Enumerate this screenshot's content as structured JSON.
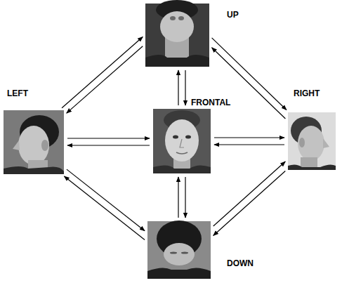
{
  "diagram": {
    "nodes": [
      {
        "text": [
          "UP"
        ]
      },
      {
        "text": [
          "LEFT"
        ]
      },
      {
        "text": [
          "FRONTAL"
        ]
      },
      {
        "text": [
          "RIGHT"
        ]
      },
      {
        "text": [
          "DOWN"
        ]
      }
    ],
    "edges": [
      {
        "from": 0,
        "to": 1,
        "arrow": "to"
      },
      {
        "from": 1,
        "to": 0,
        "arrow": "to"
      },
      {
        "from": 0,
        "to": 2,
        "arrow": "to"
      },
      {
        "from": 2,
        "to": 0,
        "arrow": "to"
      },
      {
        "from": 0,
        "to": 3,
        "arrow": "to"
      },
      {
        "from": 3,
        "to": 0,
        "arrow": "to"
      },
      {
        "from": 1,
        "to": 2,
        "arrow": "to"
      },
      {
        "from": 2,
        "to": 1,
        "arrow": "to"
      },
      {
        "from": 2,
        "to": 3,
        "arrow": "to"
      },
      {
        "from": 3,
        "to": 2,
        "arrow": "to"
      },
      {
        "from": 2,
        "to": 4,
        "arrow": "to"
      },
      {
        "from": 4,
        "to": 2,
        "arrow": "to"
      },
      {
        "from": 1,
        "to": 4,
        "arrow": "to"
      },
      {
        "from": 4,
        "to": 1,
        "arrow": "to"
      },
      {
        "from": 3,
        "to": 4,
        "arrow": "to"
      },
      {
        "from": 4,
        "to": 3,
        "arrow": "to"
      }
    ]
  }
}
